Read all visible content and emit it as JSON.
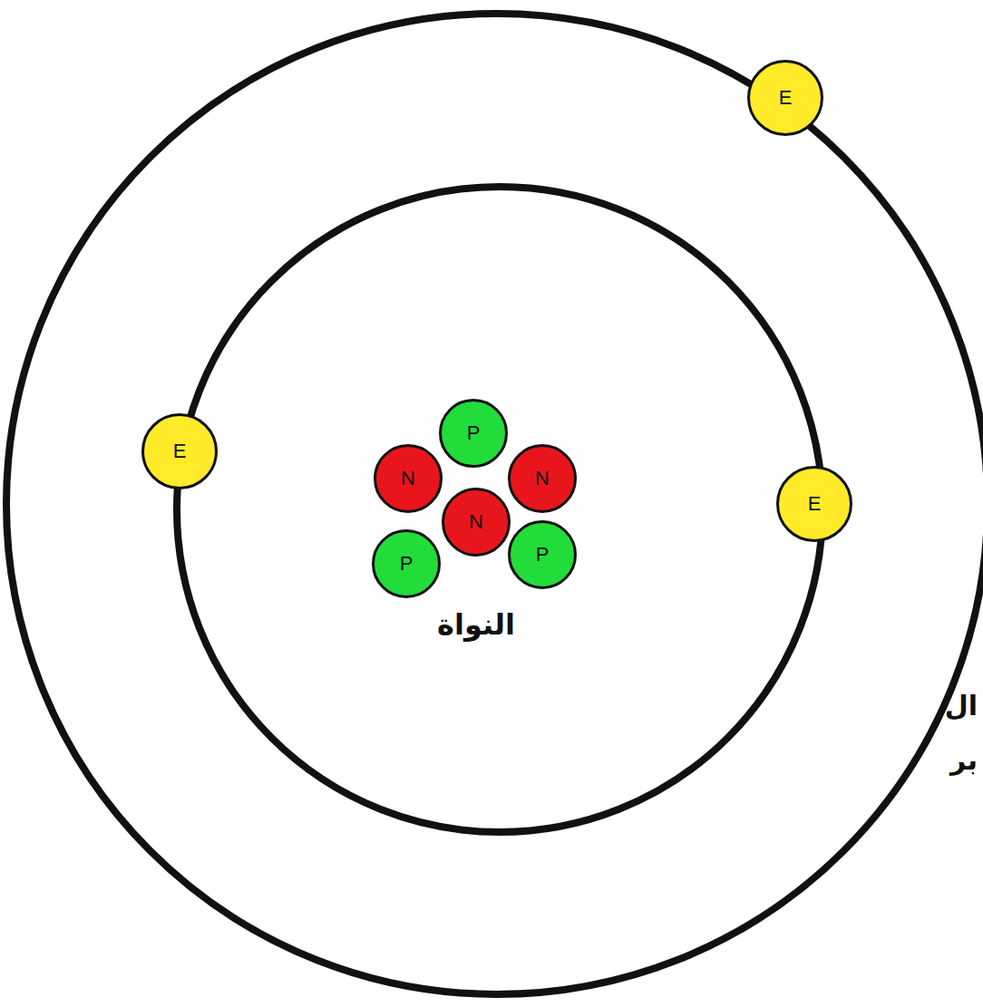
{
  "diagram": {
    "nodes": [
      {
        "text": [
          "E"
        ]
      },
      {
        "text": [
          "P"
        ]
      },
      {
        "text": [
          "E"
        ]
      },
      {
        "text": [
          "N"
        ]
      },
      {
        "text": [
          "N"
        ]
      },
      {
        "text": [
          "E"
        ]
      },
      {
        "text": [
          "N"
        ]
      },
      {
        "text": [
          "P"
        ]
      },
      {
        "text": [
          "P"
        ]
      }
    ],
    "labels": [
      "النواة",
      "ال",
      "بر"
    ]
  }
}
